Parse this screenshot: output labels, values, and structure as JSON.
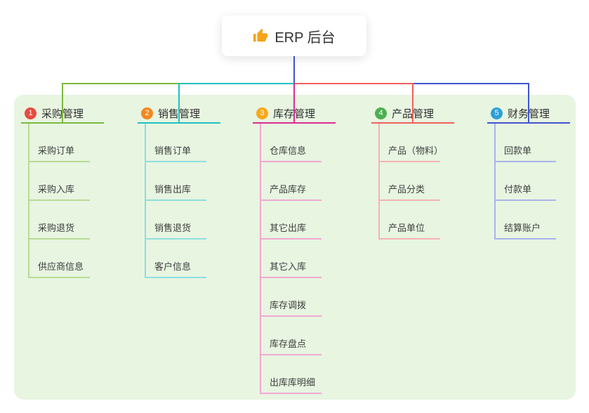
{
  "root": {
    "label": "ERP 后台"
  },
  "palette": {
    "bg": "#e7f5e1",
    "rootLink": "#4055cf",
    "text": "#333333",
    "b1": "#7cb93d",
    "b1Light": "#b9db94",
    "b1Badge": "#e84c3d",
    "b2": "#1fc0c0",
    "b2Light": "#8fdede",
    "b2Badge": "#f5871f",
    "b3": "#db2d8f",
    "b3Light": "#f0a8d2",
    "b3Badge": "#f7a81b",
    "b4": "#f0605c",
    "b4Light": "#f6b3b1",
    "b4Badge": "#4caf50",
    "b5": "#4055cf",
    "b5Light": "#aab4ea",
    "b5Badge": "#2d9fd8"
  },
  "branches": [
    {
      "num": "1",
      "label": "采购管理",
      "children": [
        "采购订单",
        "采购入库",
        "采购退货",
        "供应商信息"
      ]
    },
    {
      "num": "2",
      "label": "销售管理",
      "children": [
        "销售订单",
        "销售出库",
        "销售退货",
        "客户信息"
      ]
    },
    {
      "num": "3",
      "label": "库存管理",
      "children": [
        "仓库信息",
        "产品库存",
        "其它出库",
        "其它入库",
        "库存调拨",
        "库存盘点",
        "出库库明细"
      ]
    },
    {
      "num": "4",
      "label": "产品管理",
      "children": [
        "产品（物料）",
        "产品分类",
        "产品单位"
      ]
    },
    {
      "num": "5",
      "label": "财务管理",
      "children": [
        "回款单",
        "付款单",
        "结算账户"
      ]
    }
  ]
}
